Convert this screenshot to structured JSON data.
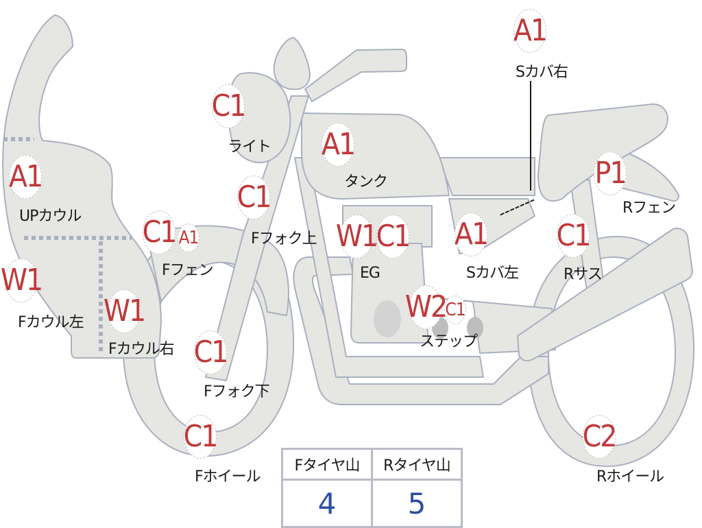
{
  "diagram": {
    "title_hidden": "",
    "colors": {
      "grade": "#c0393b",
      "value": "#2c4fa3",
      "part_fill": "#e6e6e3",
      "part_stroke": "#a9b0bf"
    },
    "parts": [
      {
        "id": "s-cover-right",
        "grade": "A1",
        "label": "Sカバ右"
      },
      {
        "id": "light",
        "grade": "C1",
        "label": "ライト"
      },
      {
        "id": "tank",
        "grade": "A1",
        "label": "タンク"
      },
      {
        "id": "upper-cowl",
        "grade": "A1",
        "label": "UPカウル"
      },
      {
        "id": "rear-fender",
        "grade": "P1",
        "label": "Rフェン"
      },
      {
        "id": "front-fork-upper",
        "grade": "C1",
        "label": "Fフォク上"
      },
      {
        "id": "front-fender",
        "grades": [
          "C1",
          "A1"
        ],
        "label": "Fフェン"
      },
      {
        "id": "engine",
        "grades": [
          "W1",
          "C1"
        ],
        "label": "EG"
      },
      {
        "id": "s-cover-left",
        "grade": "A1",
        "label": "Sカバ左"
      },
      {
        "id": "rear-suspension",
        "grade": "C1",
        "label": "Rサス"
      },
      {
        "id": "front-cowl-left",
        "grade": "W1",
        "label": "Fカウル左"
      },
      {
        "id": "front-cowl-right",
        "grade": "W1",
        "label": "Fカウル右"
      },
      {
        "id": "step",
        "grades": [
          "W2",
          "C1"
        ],
        "label": "ステップ"
      },
      {
        "id": "front-fork-lower",
        "grade": "C1",
        "label": "Fフォク下"
      },
      {
        "id": "front-wheel",
        "grade": "C1",
        "label": "Fホイール"
      },
      {
        "id": "rear-wheel",
        "grade": "C2",
        "label": "Rホイール"
      }
    ]
  },
  "tire_table": {
    "headers": [
      "Fタイヤ山",
      "Rタイヤ山"
    ],
    "values": [
      "4",
      "5"
    ]
  }
}
